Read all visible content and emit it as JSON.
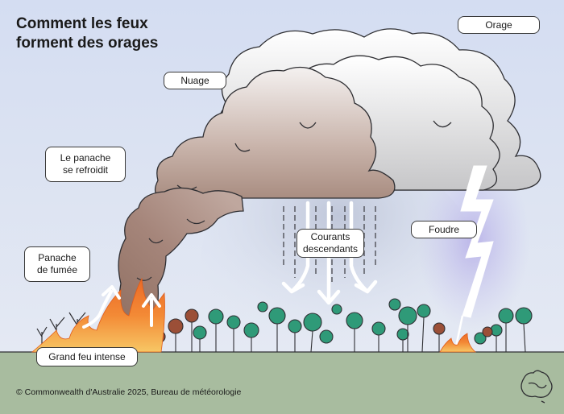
{
  "title": "Comment les feux\nforment des orages",
  "labels": {
    "orage": "Orage",
    "nuage": "Nuage",
    "panache_refroidit": "Le panache\nse refroidit",
    "panache_fumee": "Panache\nde fumée",
    "courants": "Courants\ndescendants",
    "foudre": "Foudre",
    "grand_feu": "Grand feu intense"
  },
  "credit": "© Commonwealth d'Australie 2025, Bureau de météorologie",
  "colors": {
    "sky_top": "#d7e0f3",
    "sky_bottom": "#e6ebf4",
    "ground": "#a6bb9c",
    "smoke": "#a88676",
    "cloud_grey": "#c9c9cb",
    "tree_green": "#2f9a78",
    "tree_brown": "#9b4f37",
    "fire_orange": "#f07b2f",
    "fire_yellow": "#f7c25c",
    "lightning": "#ffffff"
  },
  "icons": [
    "up-arrow-icon",
    "down-arrow-icon",
    "lightning-bolt-icon",
    "australia-logo-icon"
  ]
}
